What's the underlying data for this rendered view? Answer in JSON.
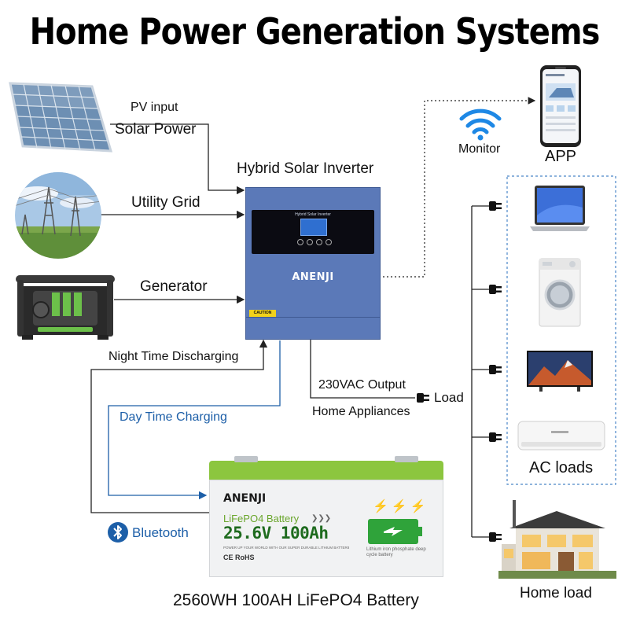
{
  "title": "Home Power Generation Systems",
  "labels": {
    "pv_input": "PV input",
    "solar_power": "Solar Power",
    "utility_grid": "Utility Grid",
    "generator": "Generator",
    "inverter": "Hybrid Solar Inverter",
    "monitor": "Monitor",
    "app": "APP",
    "night": "Night Time Discharging",
    "day": "Day Time Charging",
    "output": "230VAC Output",
    "load": "Load",
    "appliances": "Home Appliances",
    "ac_loads": "AC loads",
    "home_load": "Home load",
    "bluetooth": "Bluetooth",
    "battery_caption": "2560WH 100AH LiFePO4 Battery"
  },
  "inverter": {
    "brand": "ANENJI",
    "screen_title": "Hybrid Solar Inverter",
    "caution": "CAUTION"
  },
  "battery": {
    "brand": "ANENJI",
    "model": "LiFePO4 Battery",
    "spec": "25.6V 100Ah",
    "small_text": "POWER UP YOUR WORLD WITH OUR SUPER DURABLE LITHIUM BATTERIES",
    "marks": "CE RoHS",
    "side_text": "Lithium iron phosphate deep cycle battery"
  },
  "colors": {
    "inverter_blue": "#5b79b8",
    "accent_blue": "#1d5fa8",
    "battery_green": "#8cc63f",
    "wifi_blue": "#1e88e5"
  }
}
